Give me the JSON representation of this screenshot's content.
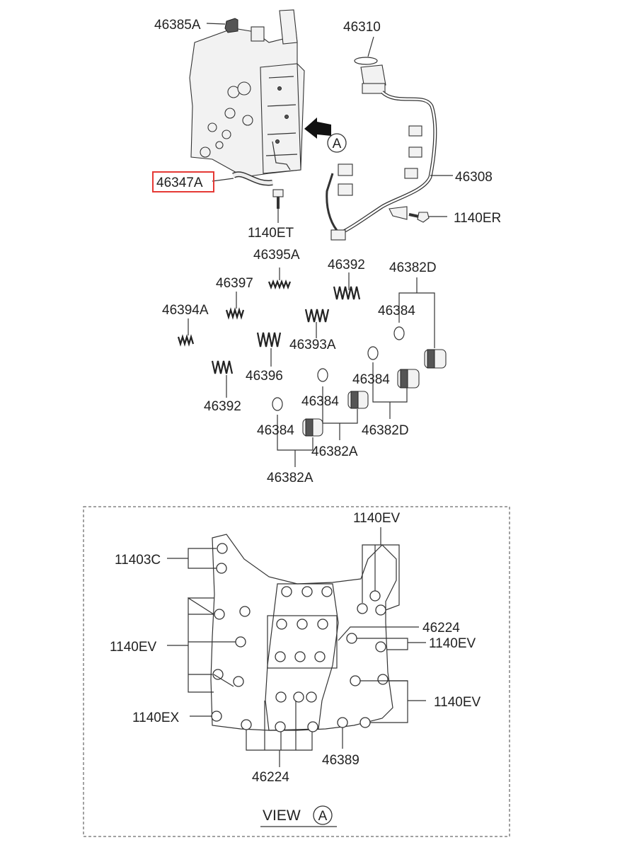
{
  "labels": {
    "p46385A": "46385A",
    "p46310": "46310",
    "p46308": "46308",
    "p1140ER": "1140ER",
    "p46347A": "46347A",
    "p1140ET": "1140ET",
    "p46395A": "46395A",
    "p46392_top": "46392",
    "p46382D_top": "46382D",
    "p46397": "46397",
    "p46384_a": "46384",
    "p46394A": "46394A",
    "p46393A": "46393A",
    "p46396": "46396",
    "p46384_b": "46384",
    "p46392_bot": "46392",
    "p46384_c": "46384",
    "p46382D_bot": "46382D",
    "p46384_d": "46384",
    "p46382A_mid": "46382A",
    "p46382A_bot": "46382A",
    "callout_A": "A"
  },
  "view": {
    "label_1140EV_top": "1140EV",
    "label_11403C": "11403C",
    "label_46224_right": "46224",
    "label_1140EV_left": "1140EV",
    "label_1140EV_right": "1140EV",
    "label_1140EV_right2": "1140EV",
    "label_1140EX": "1140EX",
    "label_46389": "46389",
    "label_46224_bottom": "46224",
    "title_text": "VIEW",
    "title_circle": "A"
  },
  "highlight": {
    "part": "46347A",
    "color": "#e53935"
  }
}
